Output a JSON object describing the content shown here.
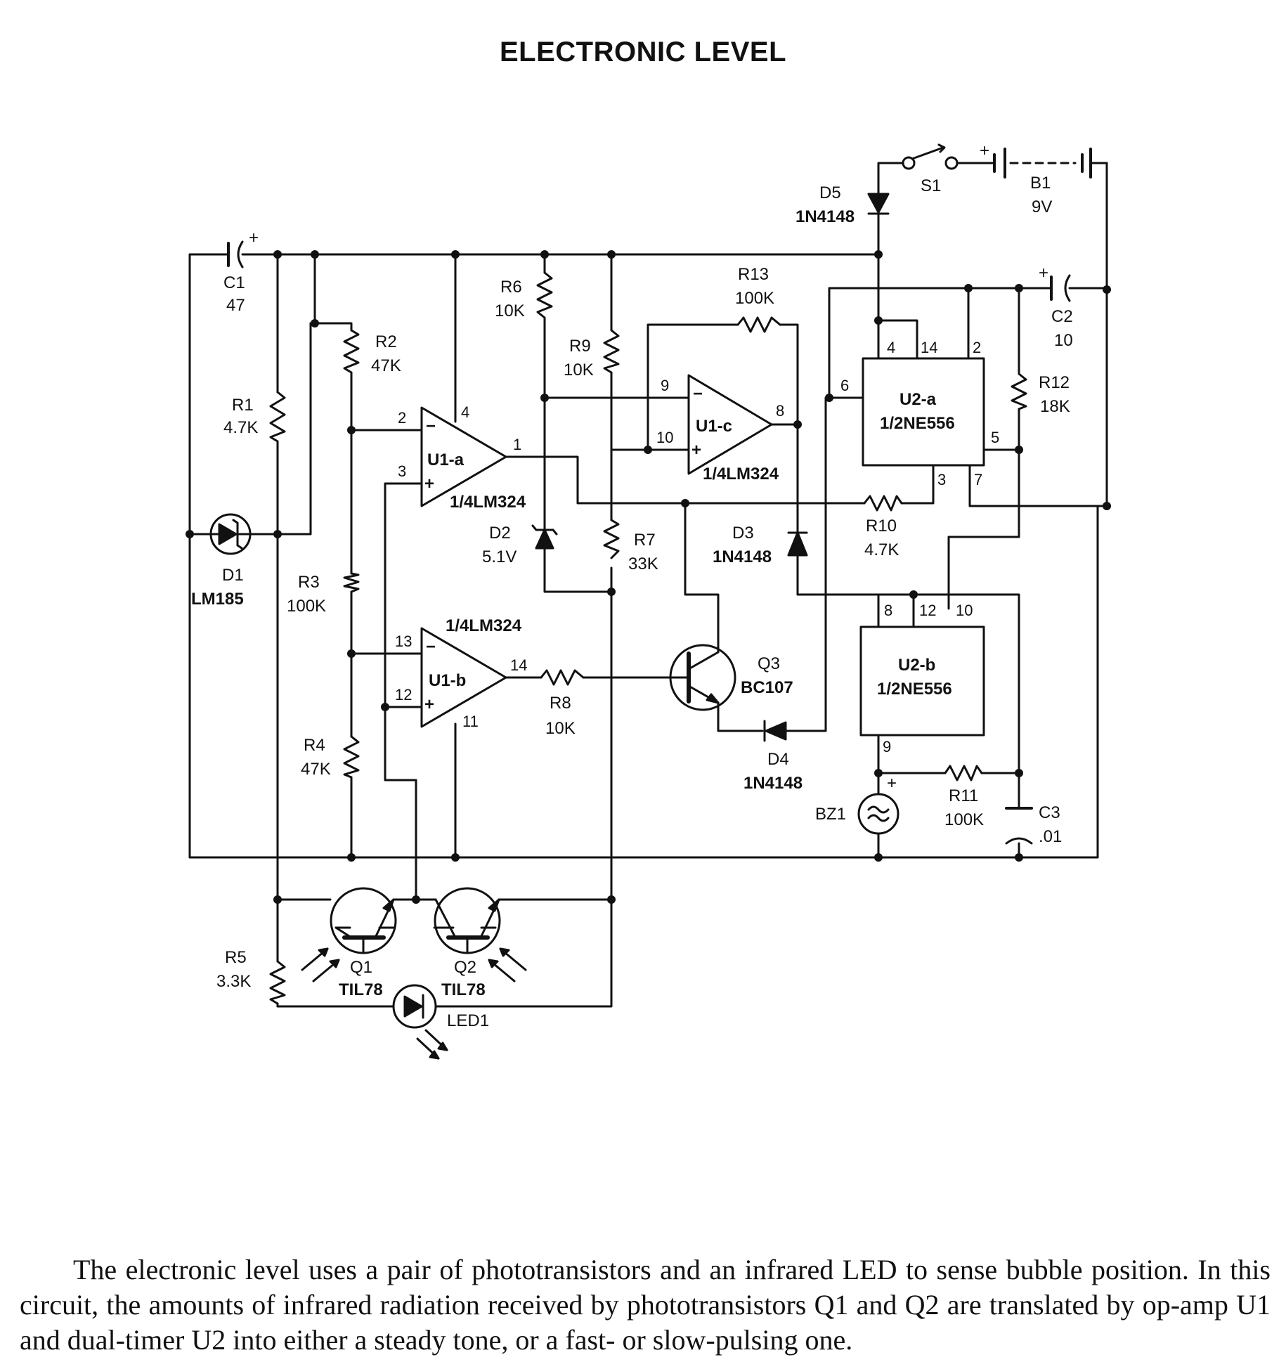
{
  "title": "ELECTRONIC LEVEL",
  "components": {
    "c1": {
      "ref": "C1",
      "value": "47",
      "polarity": "+"
    },
    "c2": {
      "ref": "C2",
      "value": "10",
      "polarity": "+"
    },
    "c3": {
      "ref": "C3",
      "value": ".01"
    },
    "r1": {
      "ref": "R1",
      "value": "4.7K"
    },
    "r2": {
      "ref": "R2",
      "value": "47K"
    },
    "r3": {
      "ref": "R3",
      "value": "100K"
    },
    "r4": {
      "ref": "R4",
      "value": "47K"
    },
    "r5": {
      "ref": "R5",
      "value": "3.3K"
    },
    "r6": {
      "ref": "R6",
      "value": "10K"
    },
    "r7": {
      "ref": "R7",
      "value": "33K"
    },
    "r8": {
      "ref": "R8",
      "value": "10K"
    },
    "r9": {
      "ref": "R9",
      "value": "10K"
    },
    "r10": {
      "ref": "R10",
      "value": "4.7K"
    },
    "r11": {
      "ref": "R11",
      "value": "100K"
    },
    "r12": {
      "ref": "R12",
      "value": "18K"
    },
    "r13": {
      "ref": "R13",
      "value": "100K"
    },
    "d1": {
      "ref": "D1",
      "value": "LM185"
    },
    "d2": {
      "ref": "D2",
      "value": "5.1V"
    },
    "d3": {
      "ref": "D3",
      "value": "1N4148"
    },
    "d4": {
      "ref": "D4",
      "value": "1N4148"
    },
    "d5": {
      "ref": "D5",
      "value": "1N4148"
    },
    "q1": {
      "ref": "Q1",
      "value": "TIL78"
    },
    "q2": {
      "ref": "Q2",
      "value": "TIL78"
    },
    "q3": {
      "ref": "Q3",
      "value": "BC107"
    },
    "led1": {
      "ref": "LED1"
    },
    "bz1": {
      "ref": "BZ1",
      "polarity": "+"
    },
    "s1": {
      "ref": "S1"
    },
    "b1": {
      "ref": "B1",
      "value": "9V",
      "polarity": "+"
    },
    "u1a": {
      "ref": "U1-a",
      "value": "1/4LM324",
      "pins": [
        "2",
        "3",
        "4",
        "1"
      ],
      "minus": "−",
      "plus": "+"
    },
    "u1b": {
      "ref": "U1-b",
      "value": "1/4LM324",
      "pins": [
        "13",
        "12",
        "14",
        "11"
      ],
      "minus": "−",
      "plus": "+"
    },
    "u1c": {
      "ref": "U1-c",
      "value": "1/4LM324",
      "pins": [
        "9",
        "10",
        "8"
      ],
      "minus": "−",
      "plus": "+"
    },
    "u2a": {
      "ref": "U2-a",
      "value": "1/2NE556",
      "pins": [
        "4",
        "14",
        "2",
        "6",
        "5",
        "3",
        "7"
      ]
    },
    "u2b": {
      "ref": "U2-b",
      "value": "1/2NE556",
      "pins": [
        "8",
        "12",
        "10",
        "9"
      ]
    }
  },
  "caption": "The electronic level uses a pair of phototransistors and an infrared LED to sense bubble position. In this circuit, the amounts of infrared radiation received by phototransistors Q1 and Q2 are translated by op-amp U1 and dual-timer U2 into either a steady tone, or a fast- or slow-pulsing one."
}
